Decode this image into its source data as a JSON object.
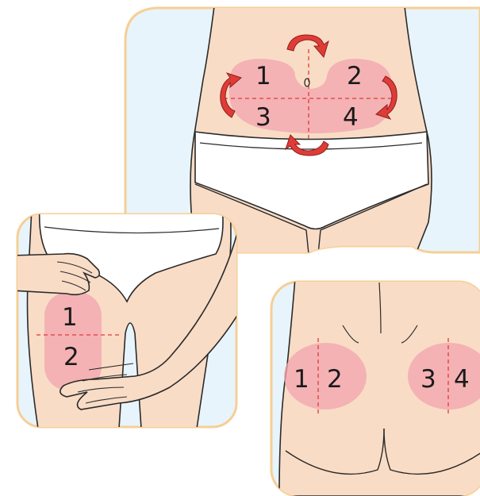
{
  "colors": {
    "skin": "#f9dcc6",
    "outline": "#2a2a2a",
    "panel_border": "#f6cf96",
    "panel_bg": "#e8f4fb",
    "zone": "#f2a4ae",
    "guide": "#e23b3b",
    "arrow": "#e03c37",
    "underwear": "#ffffff"
  },
  "abdomen_panel": {
    "zones": [
      {
        "id": "1",
        "label": "1"
      },
      {
        "id": "2",
        "label": "2"
      },
      {
        "id": "3",
        "label": "3"
      },
      {
        "id": "4",
        "label": "4"
      }
    ],
    "arrows": [
      "rotate-arrow-top",
      "rotate-arrow-right",
      "rotate-arrow-bottom",
      "rotate-arrow-left"
    ]
  },
  "thigh_panel": {
    "zones": [
      {
        "id": "1",
        "label": "1"
      },
      {
        "id": "2",
        "label": "2"
      }
    ]
  },
  "buttocks_panel": {
    "zones": [
      {
        "id": "1",
        "label": "1"
      },
      {
        "id": "2",
        "label": "2"
      },
      {
        "id": "3",
        "label": "3"
      },
      {
        "id": "4",
        "label": "4"
      }
    ]
  }
}
